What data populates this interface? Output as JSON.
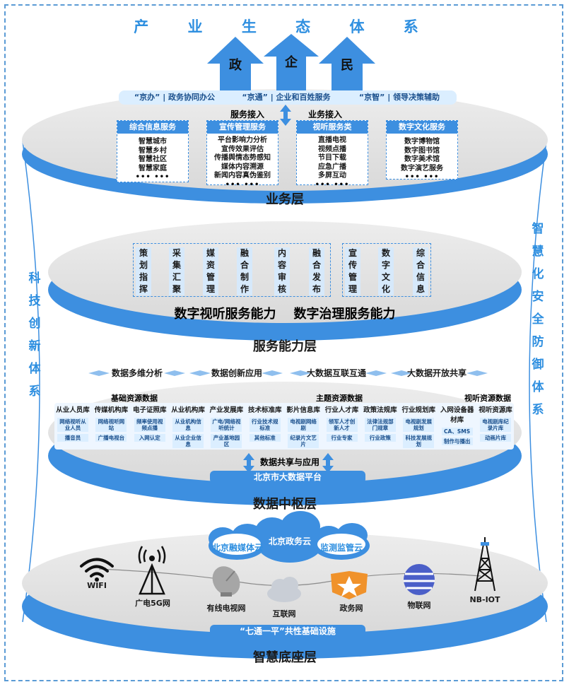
{
  "title": "产 业 生 态 体 系",
  "arrows": [
    "政",
    "企",
    "民"
  ],
  "left_vertical": "科技创新体系",
  "right_vertical": "智慧化安全防御体系",
  "business_layer": {
    "label": "业务层",
    "top_pills": [
      "“京办” | 政务协同办公",
      "“京通” | 企业和百姓服务",
      "“京智” | 领导决策辅助"
    ],
    "access_left": "服务接入",
    "access_right": "业务接入",
    "columns": [
      {
        "head": "综合信息服务",
        "items": [
          "智慧城市",
          "智慧乡村",
          "智慧社区",
          "智慧家庭"
        ]
      },
      {
        "head": "宣传管理服务",
        "items": [
          "平台影响力分析",
          "宣传效果评估",
          "传播舆情态势感知",
          "媒体内容溯源",
          "新闻内容真伪鉴别"
        ]
      },
      {
        "head": "视听服务类",
        "items": [
          "直播电视",
          "视频点播",
          "节目下载",
          "应急广播",
          "多屏互动"
        ]
      },
      {
        "head": "数字文化服务",
        "items": [
          "数字博物馆",
          "数字图书馆",
          "数字美术馆",
          "数字演艺服务"
        ]
      }
    ],
    "dots": "••• •••"
  },
  "capability_layer": {
    "label": "服务能力层",
    "subtitle": "数字视听服务能力    数字治理服务能力",
    "group1": [
      "策划指挥",
      "采集汇聚",
      "媒资管理",
      "融合制作",
      "内容审核",
      "融合发布"
    ],
    "group2": [
      "宣传管理",
      "数字文化",
      "综合信息"
    ]
  },
  "data_layer": {
    "label": "数据中枢层",
    "diamonds": [
      "数据多维分析",
      "数据创新应用",
      "大数据互联互通",
      "大数据开放共享"
    ],
    "groups": [
      "基础资源数据",
      "主题资源数据",
      "视听资源数据"
    ],
    "databases": [
      {
        "head": "从业人员库",
        "items": [
          "网络视听从业人员",
          "播音员"
        ]
      },
      {
        "head": "传媒机构库",
        "items": [
          "网络视听网站",
          "广播电视台"
        ]
      },
      {
        "head": "电子证照库",
        "items": [
          "频率使用视频点播",
          "入网认定"
        ]
      },
      {
        "head": "从业机构库",
        "items": [
          "从业机构信息",
          "从业企业信息"
        ]
      },
      {
        "head": "产业发展库",
        "items": [
          "广电/网络视听统计",
          "产业基地园区"
        ]
      },
      {
        "head": "技术标准库",
        "items": [
          "行业技术规标准",
          "其他标准"
        ]
      },
      {
        "head": "影片信息库",
        "items": [
          "电视剧网络剧",
          "纪录片文艺片"
        ]
      },
      {
        "head": "行业人才库",
        "items": [
          "领军人才创新人才",
          "行业专家"
        ]
      },
      {
        "head": "政策法规库",
        "items": [
          "法律法规部门规章",
          "行业政策"
        ]
      },
      {
        "head": "行业规划库",
        "items": [
          "电视剧发展规划",
          "科技发展规划"
        ]
      },
      {
        "head": "入网设备器材库",
        "items": [
          "CA、SMS",
          "制作与播出"
        ]
      },
      {
        "head": "视听资源库",
        "items": [
          "电视剧库纪录片库",
          "动画片库"
        ]
      }
    ],
    "share_label": "数据共享与应用",
    "platform": "北京市大数据平台"
  },
  "base_layer": {
    "label": "智慧底座层",
    "clouds": [
      "北京融媒体云",
      "北京政务云",
      "监测监管云"
    ],
    "networks": [
      "WIFI",
      "广电5G网",
      "有线电视网",
      "互联网",
      "政务网",
      "物联网",
      "NB-IOT"
    ],
    "bar": "“七通一平”共性基础设施"
  },
  "colors": {
    "accent": "#2e8fe0",
    "band": "#3d8fe0",
    "disc": "#e3e3e3",
    "light": "#dbeeff"
  }
}
